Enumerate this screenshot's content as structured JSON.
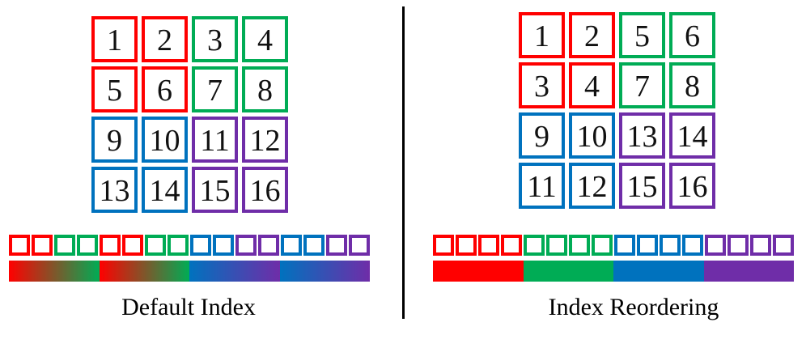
{
  "figure": {
    "palette": {
      "red": "#FF0000",
      "green": "#00AC55",
      "blue": "#0072BE",
      "purple": "#6F2DA8",
      "number_color": "#111111",
      "caption_color": "#000000",
      "divider_color": "#000000",
      "background": "#FFFFFF"
    },
    "panels": [
      {
        "id": "default-index",
        "label": "Default Index",
        "grid_cells": [
          {
            "n": "1",
            "color": "red"
          },
          {
            "n": "2",
            "color": "red"
          },
          {
            "n": "3",
            "color": "green"
          },
          {
            "n": "4",
            "color": "green"
          },
          {
            "n": "5",
            "color": "red"
          },
          {
            "n": "6",
            "color": "red"
          },
          {
            "n": "7",
            "color": "green"
          },
          {
            "n": "8",
            "color": "green"
          },
          {
            "n": "9",
            "color": "blue"
          },
          {
            "n": "10",
            "color": "blue"
          },
          {
            "n": "11",
            "color": "purple"
          },
          {
            "n": "12",
            "color": "purple"
          },
          {
            "n": "13",
            "color": "blue"
          },
          {
            "n": "14",
            "color": "blue"
          },
          {
            "n": "15",
            "color": "purple"
          },
          {
            "n": "16",
            "color": "purple"
          }
        ],
        "strip": [
          "red",
          "red",
          "green",
          "green",
          "red",
          "red",
          "green",
          "green",
          "blue",
          "blue",
          "purple",
          "purple",
          "blue",
          "blue",
          "purple",
          "purple"
        ],
        "bar_segments": [
          [
            "red",
            "green"
          ],
          [
            "red",
            "green"
          ],
          [
            "blue",
            "purple"
          ],
          [
            "blue",
            "purple"
          ]
        ]
      },
      {
        "id": "index-reordering",
        "label": "Index Reordering",
        "grid_cells": [
          {
            "n": "1",
            "color": "red"
          },
          {
            "n": "2",
            "color": "red"
          },
          {
            "n": "5",
            "color": "green"
          },
          {
            "n": "6",
            "color": "green"
          },
          {
            "n": "3",
            "color": "red"
          },
          {
            "n": "4",
            "color": "red"
          },
          {
            "n": "7",
            "color": "green"
          },
          {
            "n": "8",
            "color": "green"
          },
          {
            "n": "9",
            "color": "blue"
          },
          {
            "n": "10",
            "color": "blue"
          },
          {
            "n": "13",
            "color": "purple"
          },
          {
            "n": "14",
            "color": "purple"
          },
          {
            "n": "11",
            "color": "blue"
          },
          {
            "n": "12",
            "color": "blue"
          },
          {
            "n": "15",
            "color": "purple"
          },
          {
            "n": "16",
            "color": "purple"
          }
        ],
        "strip": [
          "red",
          "red",
          "red",
          "red",
          "green",
          "green",
          "green",
          "green",
          "blue",
          "blue",
          "blue",
          "blue",
          "purple",
          "purple",
          "purple",
          "purple"
        ],
        "bar_segments": [
          [
            "red",
            "red"
          ],
          [
            "green",
            "green"
          ],
          [
            "blue",
            "blue"
          ],
          [
            "purple",
            "purple"
          ]
        ]
      }
    ]
  }
}
